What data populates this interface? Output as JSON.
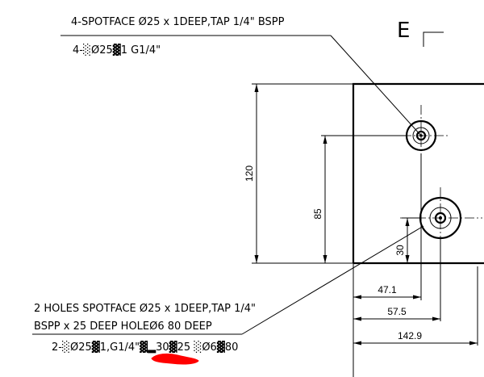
{
  "view": {
    "letter": "E"
  },
  "callout_top": {
    "line1": "4-SPOTFACE Ø25 x 1DEEP,TAP 1/4\" BSPP",
    "line2": "4-░Ø25▓1 G1/4\""
  },
  "callout_bottom": {
    "line1": "2 HOLES SPOTFACE Ø25 x 1DEEP,TAP 1/4\"",
    "line2": "BSPP x 25 DEEP HOLEØ6 80 DEEP",
    "line3": "2-░Ø25▓1,G1/4\"▓▂30▓25 ░Ø6▓80"
  },
  "dimensions": {
    "vertical": [
      "120",
      "85",
      "30"
    ],
    "horizontal": [
      "47.1",
      "57.5",
      "142.9"
    ]
  },
  "colors": {
    "line": "#000000",
    "markup": "#ff0000"
  }
}
